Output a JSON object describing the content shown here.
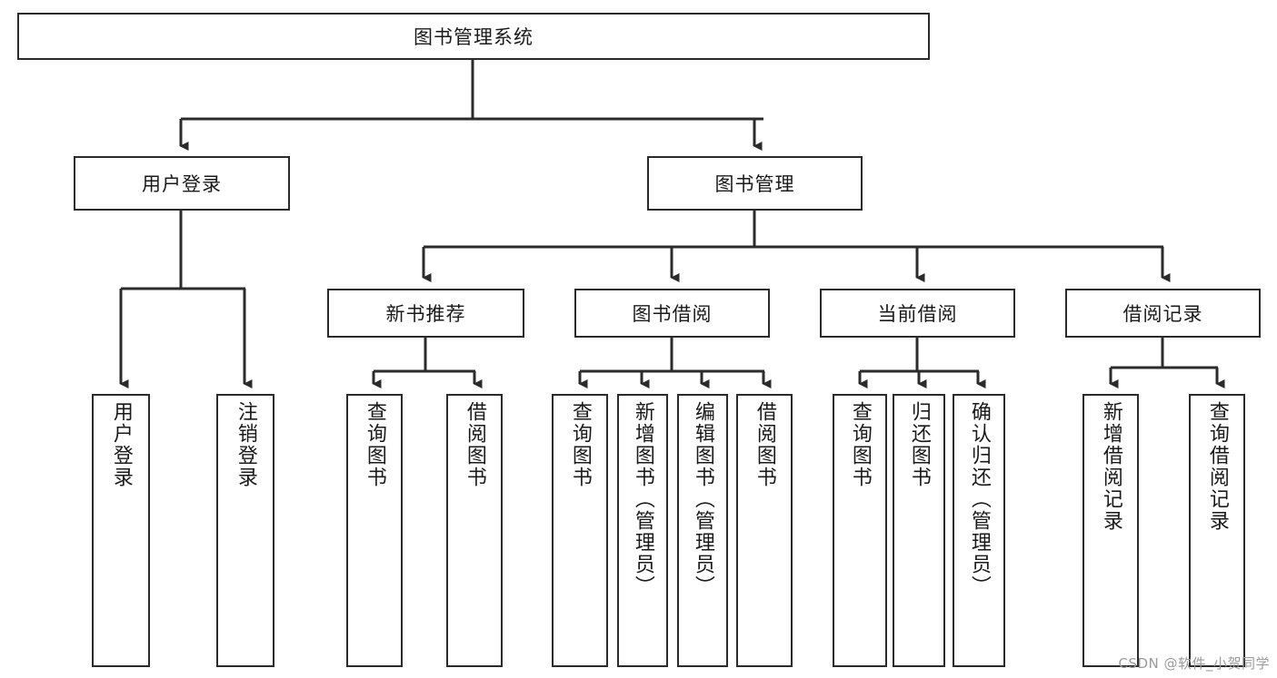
{
  "diagram": {
    "title": "图书管理系统",
    "watermark": "CSDN @软件_小贺同学",
    "root": {
      "label": "图书管理系统"
    },
    "level1": [
      {
        "id": "user-login",
        "label": "用户登录"
      },
      {
        "id": "book-management",
        "label": "图书管理"
      }
    ],
    "level2": [
      {
        "id": "new-book-recommend",
        "label": "新书推荐"
      },
      {
        "id": "book-borrow",
        "label": "图书借阅"
      },
      {
        "id": "current-borrow",
        "label": "当前借阅"
      },
      {
        "id": "borrow-record",
        "label": "借阅记录"
      }
    ],
    "leaves": {
      "user_login": [
        {
          "id": "leaf-user-login",
          "label": "用户登录"
        },
        {
          "id": "leaf-logout-login",
          "label": "注销登录"
        }
      ],
      "new_book_recommend": [
        {
          "id": "leaf-query-book-1",
          "label": "查询图书"
        },
        {
          "id": "leaf-borrow-book-1",
          "label": "借阅图书"
        }
      ],
      "book_borrow": [
        {
          "id": "leaf-query-book-2",
          "label": "查询图书"
        },
        {
          "id": "leaf-add-book",
          "label": "新增图书（管理员）"
        },
        {
          "id": "leaf-edit-book",
          "label": "编辑图书（管理员）"
        },
        {
          "id": "leaf-borrow-book-2",
          "label": "借阅图书"
        }
      ],
      "current_borrow": [
        {
          "id": "leaf-query-book-3",
          "label": "查询图书"
        },
        {
          "id": "leaf-return-book",
          "label": "归还图书"
        },
        {
          "id": "leaf-confirm-return",
          "label": "确认归还（管理员）"
        }
      ],
      "borrow_record": [
        {
          "id": "leaf-add-record",
          "label": "新增借阅记录"
        },
        {
          "id": "leaf-query-record",
          "label": "查询借阅记录"
        }
      ]
    },
    "colors": {
      "stroke": "#2b2b2b",
      "text": "#1a1a1a",
      "background": "#ffffff",
      "watermark": "#9b9b9b"
    }
  }
}
